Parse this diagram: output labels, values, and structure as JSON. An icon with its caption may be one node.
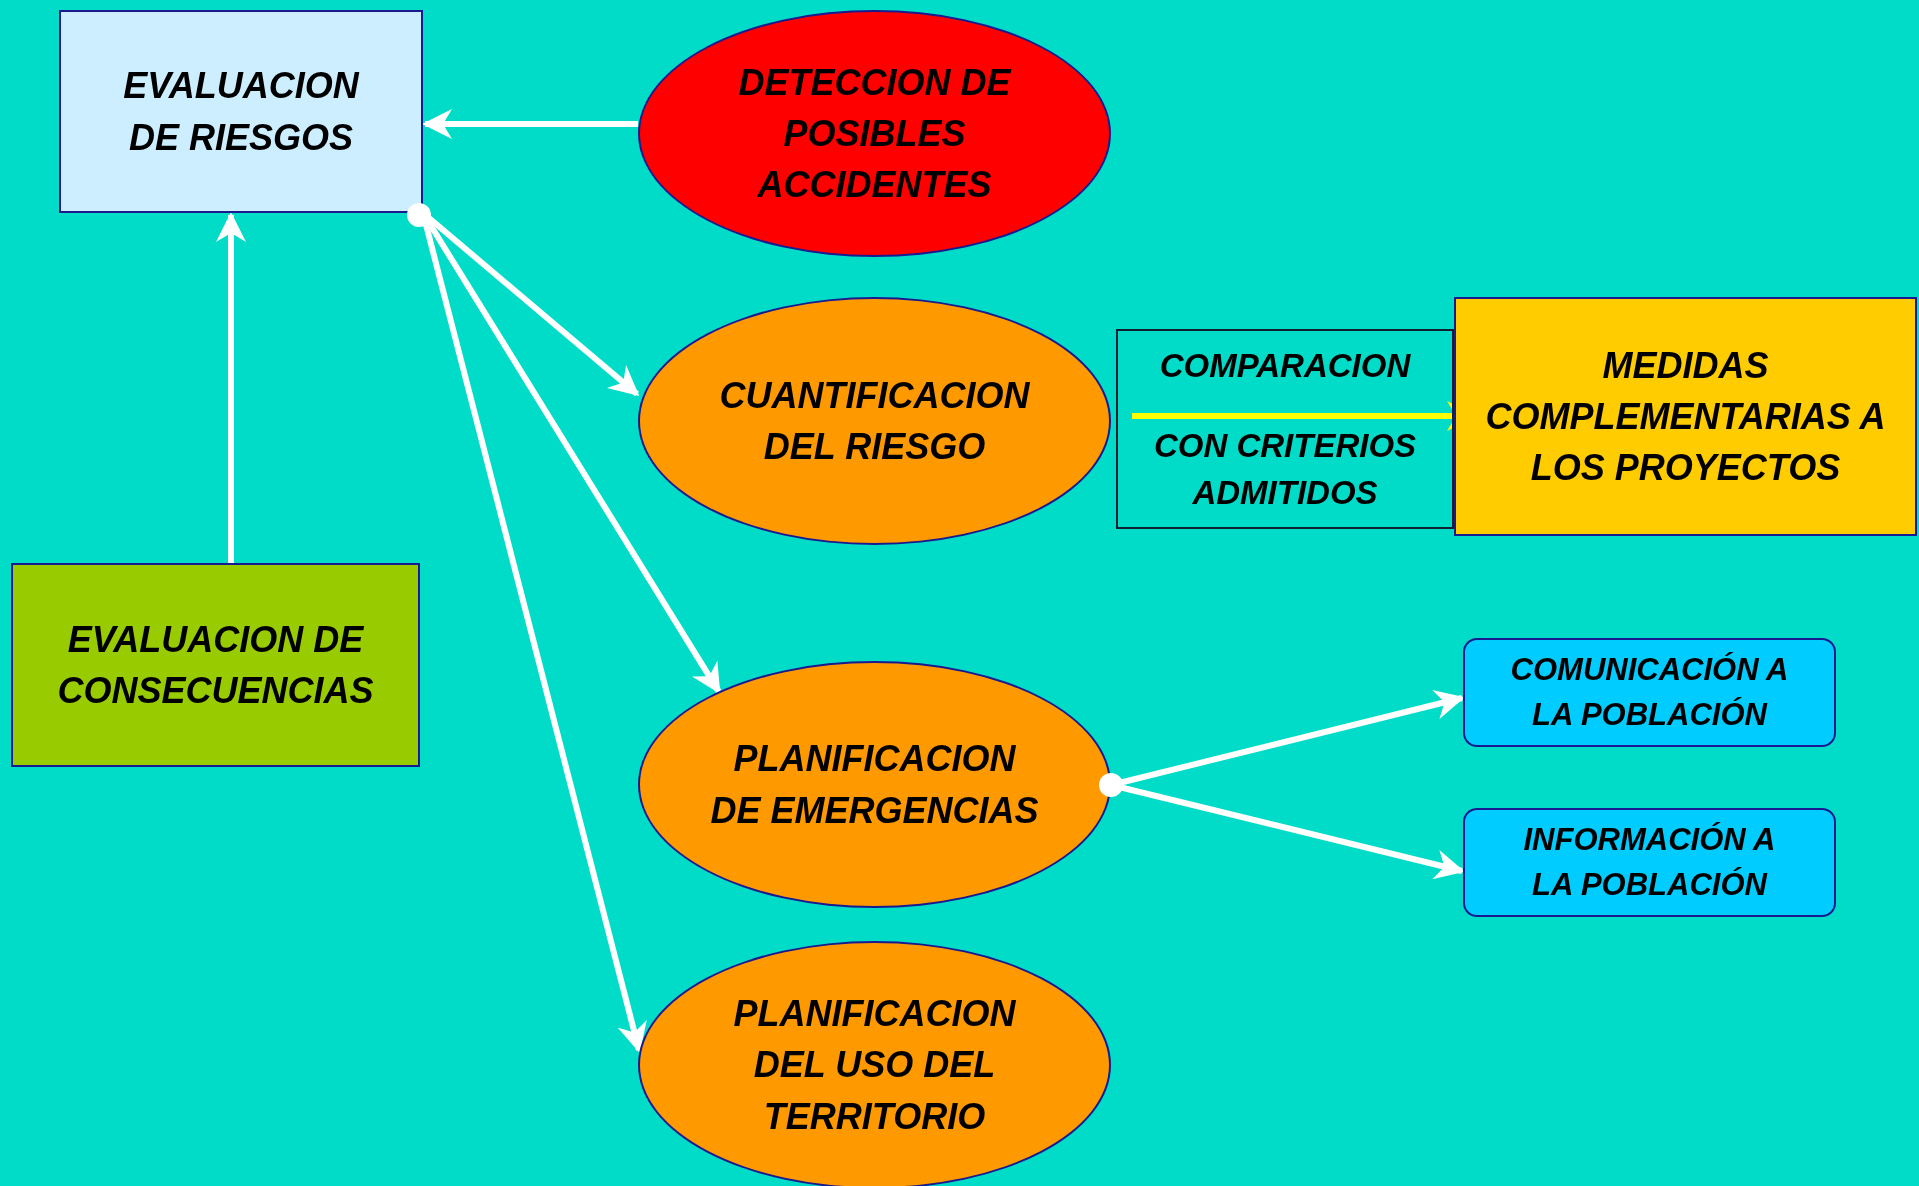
{
  "diagram": {
    "nodes": [
      {
        "text": [
          "EVALUACION DE RIESGOS"
        ]
      },
      {
        "text": [
          "DETECCION DE POSIBLES ACCIDENTES"
        ]
      },
      {
        "text": [
          "CUANTIFICACION DEL RIESGO"
        ]
      },
      {
        "text": [
          "COMPARACION",
          "CON CRITERIOS ADMITIDOS"
        ]
      },
      {
        "text": [
          "MEDIDAS COMPLEMENTARIAS A LOS PROYECTOS"
        ]
      },
      {
        "text": [
          "EVALUACION DE CONSECUENCIAS"
        ]
      },
      {
        "text": [
          "PLANIFICACION DE EMERGENCIAS"
        ]
      },
      {
        "text": [
          "COMUNICACIÓN A LA POBLACIÓN"
        ]
      },
      {
        "text": [
          "INFORMACIÓN A LA POBLACIÓN"
        ]
      },
      {
        "text": [
          "PLANIFICACION DEL USO DEL TERRITORIO"
        ]
      }
    ],
    "edges": [
      {
        "from": 1,
        "to": 0,
        "arrow": "to"
      },
      {
        "from": 5,
        "to": 0,
        "arrow": "to"
      },
      {
        "from": 0,
        "to": 2,
        "arrow": "to"
      },
      {
        "from": 0,
        "to": 6,
        "arrow": "to"
      },
      {
        "from": 0,
        "to": 9,
        "arrow": "to"
      },
      {
        "from": 3,
        "to": 4,
        "arrow": "to",
        "color": "#ffff00"
      },
      {
        "from": 6,
        "to": 7,
        "arrow": "to"
      },
      {
        "from": 6,
        "to": 8,
        "arrow": "to"
      }
    ]
  }
}
